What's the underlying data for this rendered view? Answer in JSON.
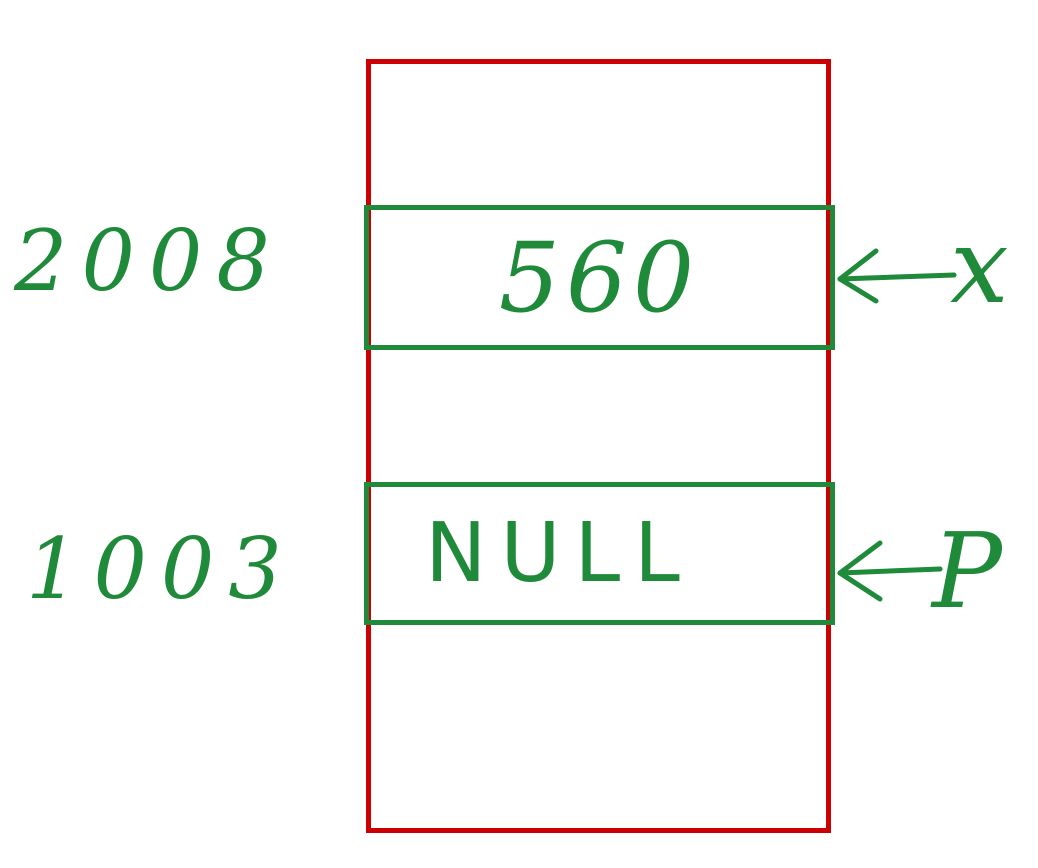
{
  "diagram": {
    "cells": [
      {
        "address": "2008",
        "value": "560",
        "pointer": "x"
      },
      {
        "address": "1003",
        "value": "NULL",
        "pointer": "P"
      }
    ],
    "colors": {
      "memory_outline": "#cc0000",
      "ink": "#1f8a3a",
      "background": "#ffffff"
    },
    "icons": {
      "arrow": "left-arrow-icon"
    }
  }
}
